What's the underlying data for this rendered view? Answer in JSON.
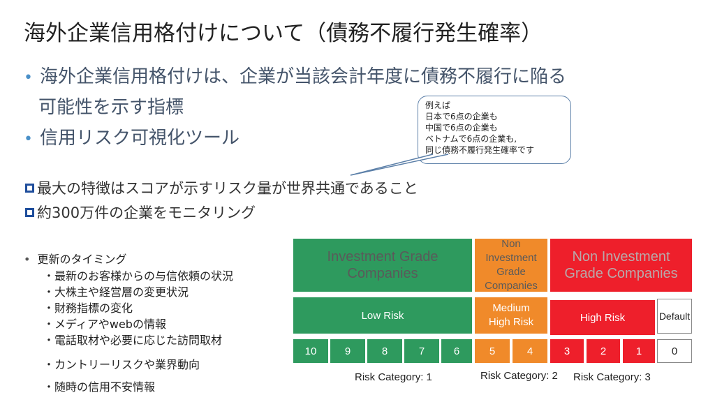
{
  "title": "海外企業信用格付けについて（債務不履行発生確率）",
  "bullets": [
    {
      "line1": "海外企業信用格付けは、企業が当該会計年度に債務不履行に陥る",
      "line2": "可能性を示す指標"
    },
    {
      "line1": "信用リスク可視化ツール"
    }
  ],
  "callout": {
    "lines": [
      "例えば",
      "日本で6点の企業も",
      "中国で6点の企業も",
      "ベトナムで6点の企業も,",
      "同じ債務不履行発生確率です"
    ]
  },
  "features": [
    "最大の特徴はスコアが示すリスク量が世界共通であること",
    "約300万件の企業をモニタリング"
  ],
  "update": {
    "heading": "更新のタイミング",
    "items": [
      "・最新のお客様からの与信依頼の状況",
      "・大株主や経営層の変更状況",
      "・財務指標の変化",
      "・メディアやwebの情報",
      "・電話取材や必要に応じた訪問取材",
      "・カントリーリスクや業界動向",
      "・随時の信用不安情報"
    ]
  },
  "risk_table": {
    "groups": [
      {
        "header": "Investment Grade Companies",
        "band": "Low Risk",
        "scores": [
          "10",
          "9",
          "8",
          "7",
          "6"
        ],
        "category": "Risk Category: 1",
        "color": "#2e9a5e"
      },
      {
        "header": "Non Investment Grade Companies",
        "band": "Medium High Risk",
        "scores": [
          "5",
          "4"
        ],
        "category": "Risk Category: 2",
        "color": "#f08a2a"
      },
      {
        "header": "Non Investment Grade Companies",
        "band": "High Risk",
        "scores": [
          "3",
          "2",
          "1"
        ],
        "category": "Risk Category: 3",
        "color": "#ee1f2b"
      }
    ],
    "default_label": "Default",
    "default_score": "0"
  }
}
